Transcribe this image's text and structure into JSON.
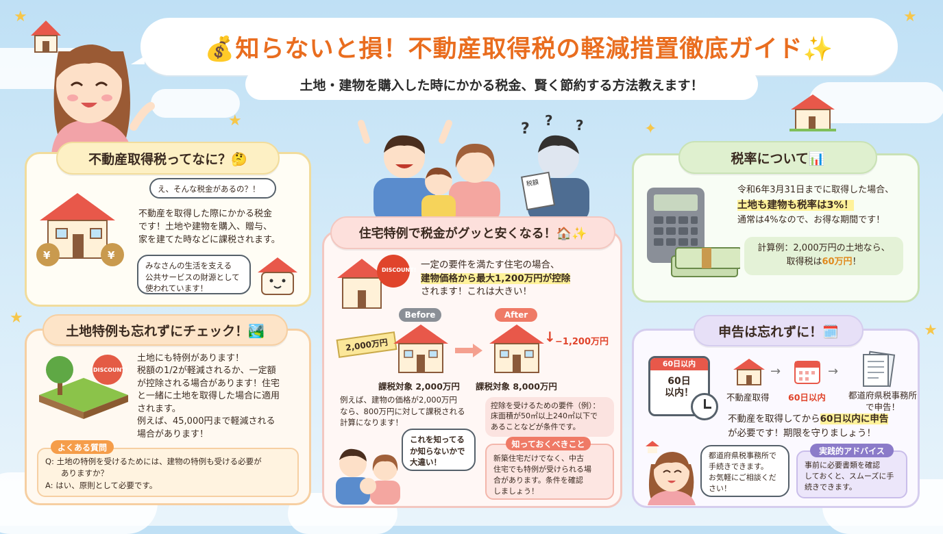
{
  "header": {
    "title": "💰知らないと損！不動産取得税の軽減措置徹底ガイド✨",
    "subtitle": "土地・建物を購入した時にかかる税金、賢く節約する方法教えます！"
  },
  "what_is": {
    "heading": "不動産取得税ってなに？🤔",
    "speech": "え、そんな税金があるの？！",
    "body": [
      "不動産を取得した際にかかる税金",
      "です！土地や建物を購入、贈与、",
      "家を建てた時などに課税されます。"
    ],
    "bubble": [
      "みなさんの生活を支える",
      "公共サービスの財源として",
      "使われています！"
    ],
    "yen_symbol": "¥"
  },
  "land": {
    "heading": "土地特例も忘れずにチェック！🏞️",
    "discount_tag": "DISCOUNT!",
    "body": [
      "土地にも特例があります！",
      "税額の1/2が軽減されるか、一定額",
      "が控除される場合があります！住宅",
      "と一緒に土地を取得した場合に適用",
      "されます。",
      "例えば、45,000円まで軽減される",
      "場合があります！"
    ],
    "faq_label": "よくある質問",
    "faq": [
      "Q: 土地の特例を受けるためには、建物の特例も受ける必要が",
      "　　ありますか？",
      "A: はい、原則として必要です。"
    ]
  },
  "housing": {
    "heading": "住宅特例で税金がグッと安くなる！🏠✨",
    "discount_tag": "DISCOUNT!",
    "intro_line1": "一定の要件を満たす住宅の場合、",
    "intro_highlight": "建物価格から最大1,200万円が控除",
    "intro_line3": "されます！これは大きい！",
    "before_label": "Before",
    "after_label": "After",
    "price_tag": "2,000万円",
    "deduction": "−1,200万円",
    "before_caption": "課税対象 2,000万円",
    "after_caption": "課税対象 8,000万円",
    "example": [
      "例えば、建物の価格が2,000万円",
      "なら、800万円に対して課税される",
      "計算になります！"
    ],
    "requirement": [
      "控除を受けるための要件（例）：",
      "床面積が50㎡以上240㎡以下で",
      "あることなどが条件です。"
    ],
    "tip_label": "知っておくべきこと",
    "tip": [
      "新築住宅だけでなく、中古",
      "住宅でも特例が受けられる場",
      "合があります。条件を確認",
      "しましょう！"
    ],
    "speech": [
      "これを知ってる",
      "か知らないかで",
      "大違い！"
    ],
    "doc_label": "税額"
  },
  "rate": {
    "heading": "税率について📊",
    "line1": "令和6年3月31日までに取得した場合、",
    "line2": "土地も建物も税率は3%！",
    "line3": "通常は4%なので、お得な期間です！",
    "calc_line1": "計算例：2,000万円の土地なら、",
    "calc_line2a": "取得税は",
    "calc_line2b": "60万円",
    "calc_line2c": "！"
  },
  "filing": {
    "heading": "申告は忘れずに！🗓️",
    "calendar_header": "60日以内",
    "calendar_body": "60日\n以内！",
    "steps": [
      "不動産取得",
      "60日以内",
      "都道府県税事務所\nで申告！"
    ],
    "line1a": "不動産を取得してから",
    "line1b": "60日以内に申告",
    "line2": "が必要です！期限を守りましょう！",
    "speech": [
      "都道府県税事務所で",
      "手続きできます。",
      "お気軽にご相談くだ",
      "さい！"
    ],
    "advice_label": "実践的アドバイス",
    "advice": [
      "事前に必要書類を確認",
      "しておくと、スムーズに手",
      "続きできます。"
    ]
  },
  "colors": {
    "title": "#e96d1f",
    "highlight": "#fff29a",
    "accent_red": "#e0442b",
    "sky": "#cfe7f7"
  }
}
